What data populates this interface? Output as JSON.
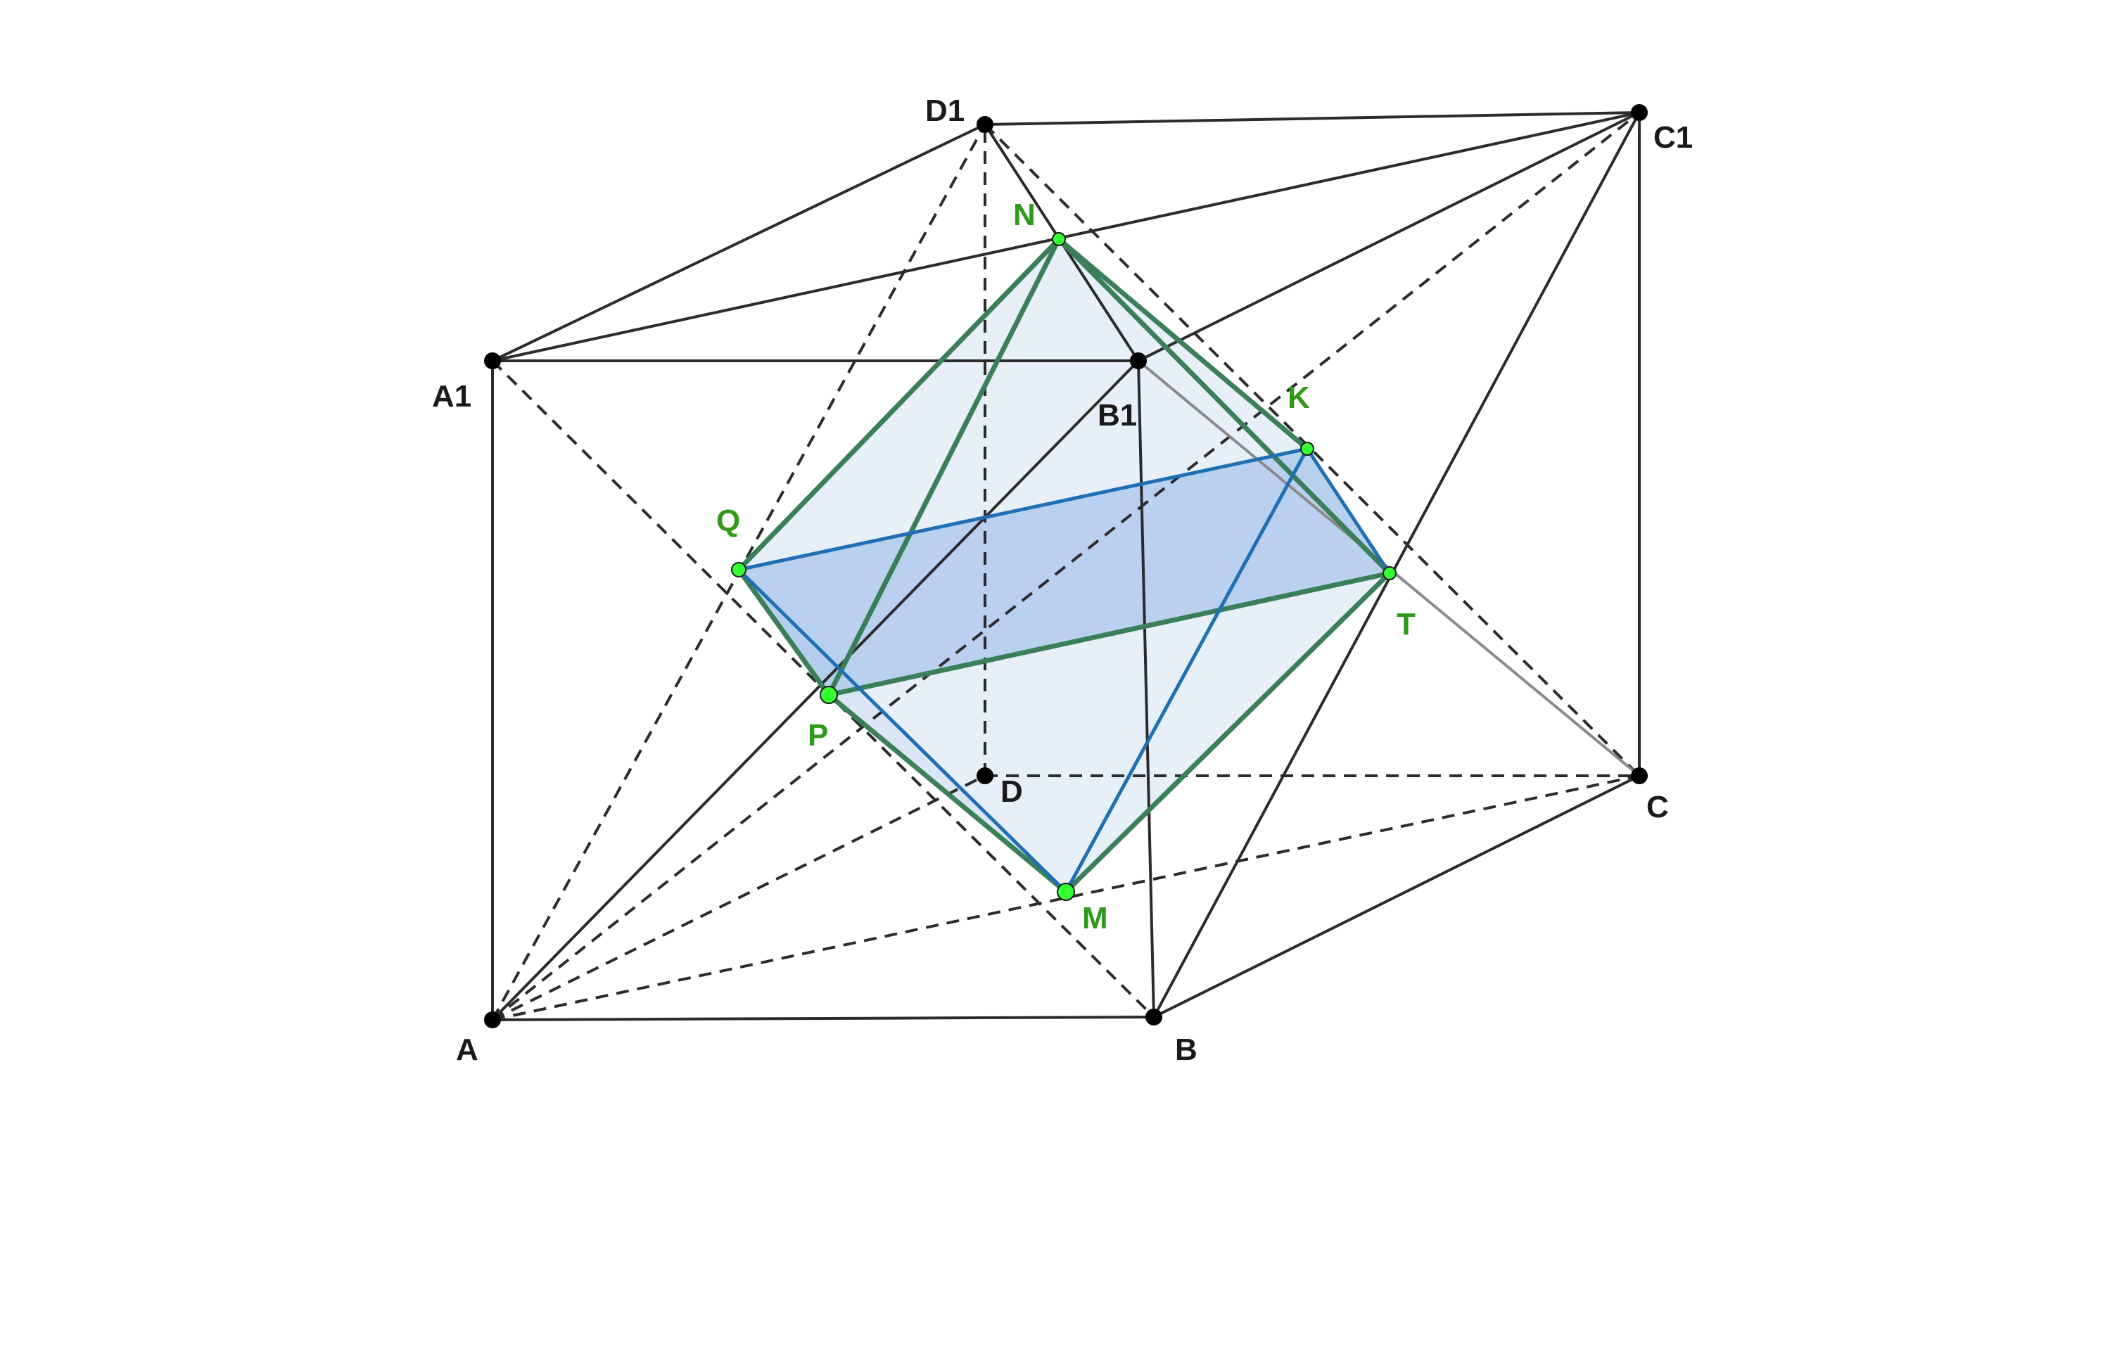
{
  "colors": {
    "edge": "#2b2b2b",
    "hidden_edge": "#2b2b2b",
    "light_edge": "#8a8a8a",
    "octa_edge_green": "#3a7f5a",
    "octa_edge_blue": "#1f6fb5",
    "face_fill": "#c9dcf2",
    "mid_fill": "#a9c6ea",
    "vertex_black": "#000000",
    "vertex_green": "#33ff33",
    "label_black": "#1a1a1a",
    "label_green": "#2f9a1a"
  },
  "points": {
    "A": {
      "label": "A",
      "kind": "cube"
    },
    "B": {
      "label": "B",
      "kind": "cube"
    },
    "C": {
      "label": "C",
      "kind": "cube"
    },
    "D": {
      "label": "D",
      "kind": "cube"
    },
    "A1": {
      "label": "A1",
      "kind": "cube"
    },
    "B1": {
      "label": "B1",
      "kind": "cube"
    },
    "C1": {
      "label": "C1",
      "kind": "cube"
    },
    "D1": {
      "label": "D1",
      "kind": "cube"
    },
    "N": {
      "label": "N",
      "kind": "octa"
    },
    "K": {
      "label": "K",
      "kind": "octa"
    },
    "Q": {
      "label": "Q",
      "kind": "octa"
    },
    "T": {
      "label": "T",
      "kind": "octa"
    },
    "P": {
      "label": "P",
      "kind": "octa"
    },
    "M": {
      "label": "M",
      "kind": "octa"
    }
  }
}
